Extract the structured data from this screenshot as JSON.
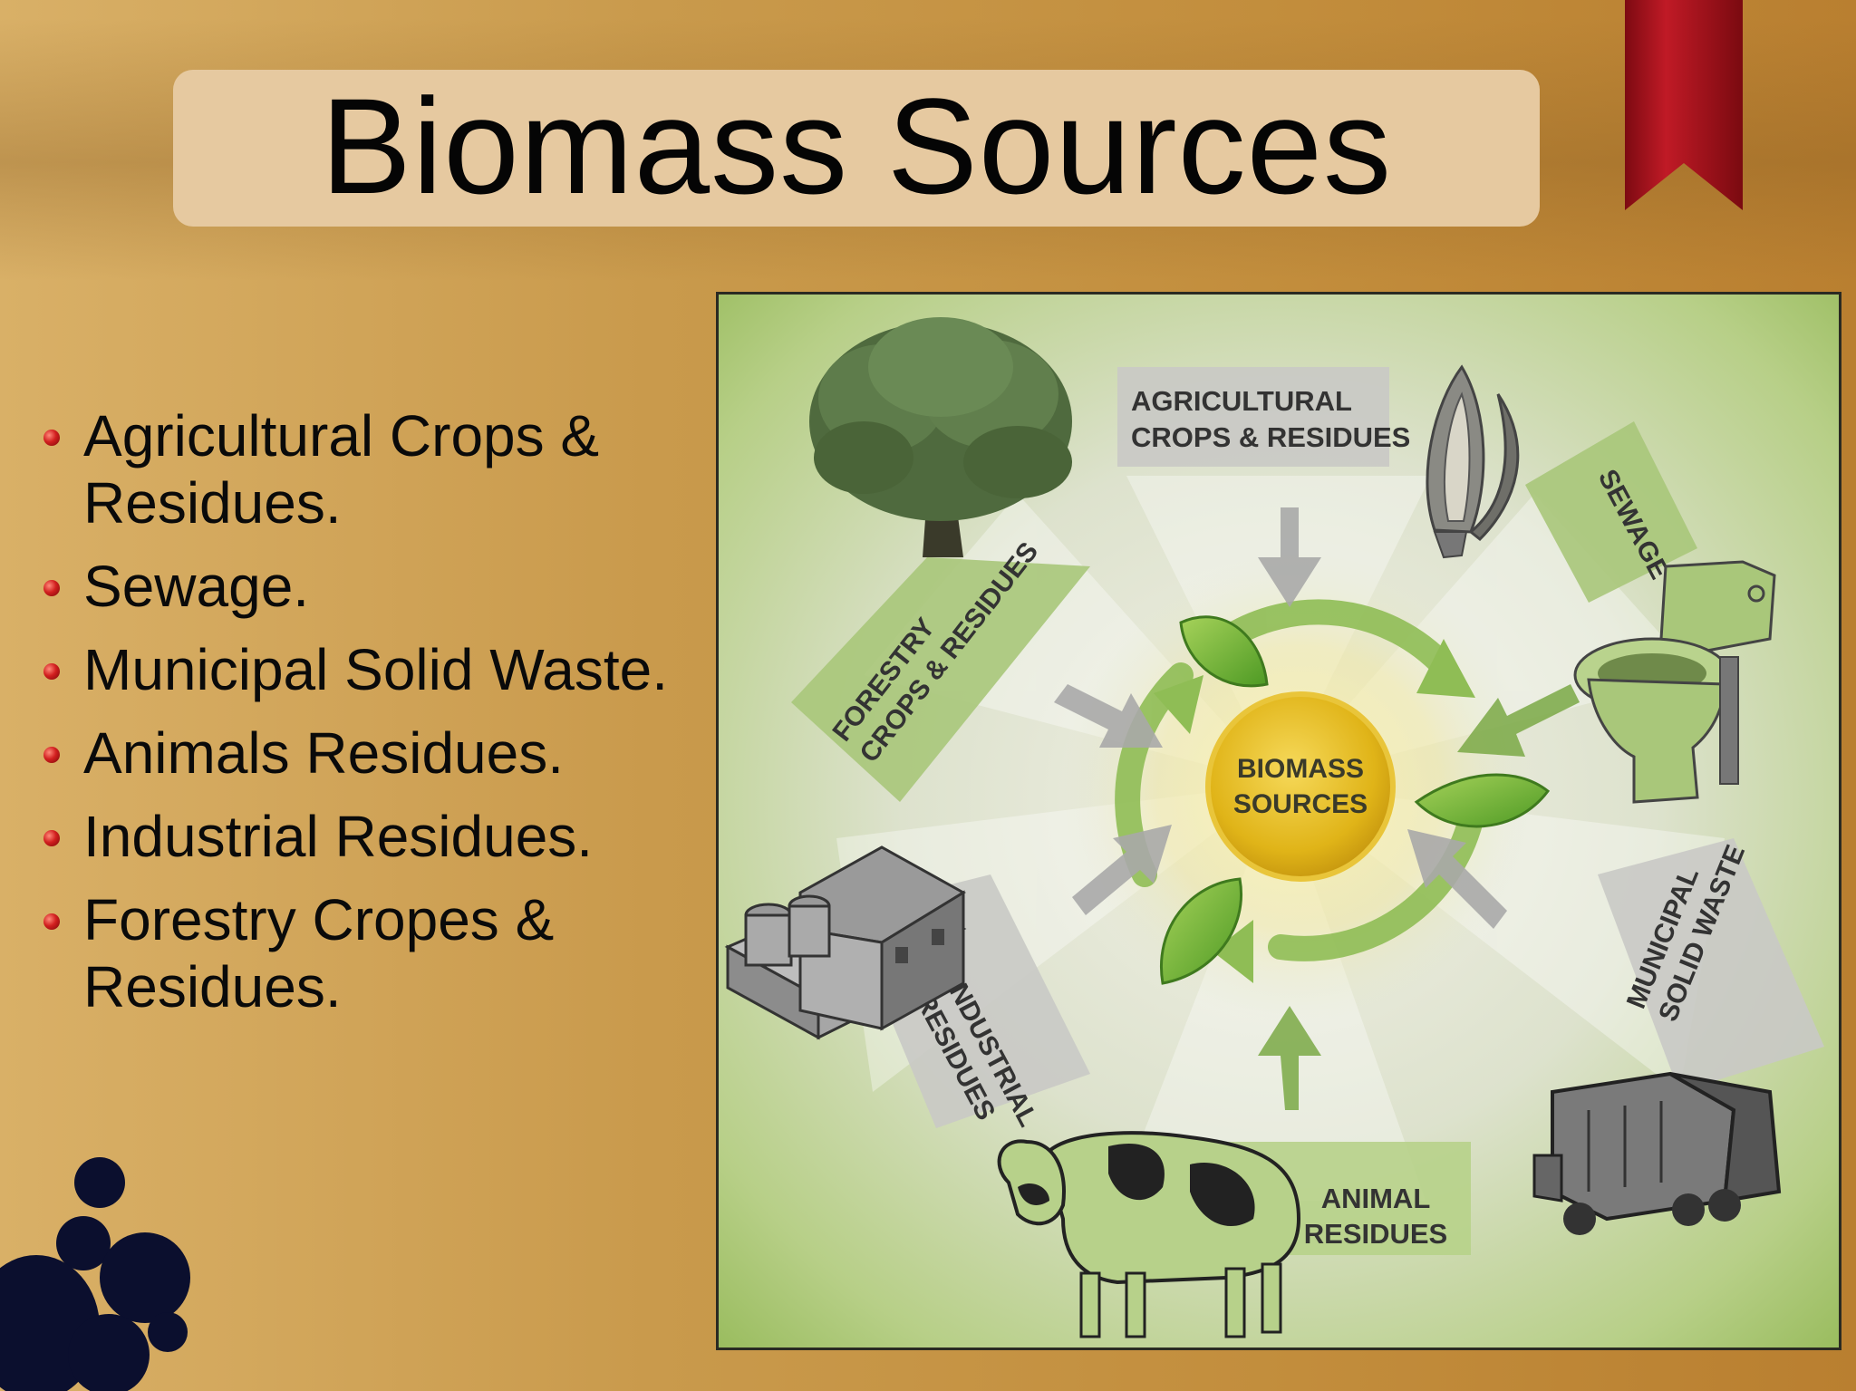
{
  "slide": {
    "title": "Biomass Sources",
    "bullets": [
      "Agricultural Crops & Residues.",
      "Sewage.",
      "Municipal Solid Waste.",
      "Animals Residues.",
      "Industrial Residues.",
      "Forestry Cropes & Residues."
    ]
  },
  "diagram": {
    "center_line1": "BIOMASS",
    "center_line2": "SOURCES",
    "agricultural": [
      "AGRICULTURAL",
      "CROPS & RESIDUES"
    ],
    "sewage": "SEWAGE",
    "municipal": [
      "MUNICIPAL",
      "SOLID WASTE"
    ],
    "animal": [
      "ANIMAL",
      "RESIDUES"
    ],
    "industrial": [
      "INDUSTRIAL",
      "RESIDUES"
    ],
    "forestry": [
      "FORESTRY",
      "CROPS & RESIDUES"
    ]
  },
  "icons": [
    "ribbon-bookmark-icon",
    "tree-icon",
    "corn-icon",
    "toilet-icon",
    "garbage-truck-icon",
    "cow-icon",
    "factory-icon",
    "leaf-icon",
    "cycle-arrows-icon",
    "ink-splat-icon"
  ],
  "colors": {
    "title_box": "#e6c9a0",
    "ribbon": "#a3121c",
    "bullet": "#d21f1f",
    "diagram_green": "#8fb552",
    "center": "#e0b418"
  }
}
